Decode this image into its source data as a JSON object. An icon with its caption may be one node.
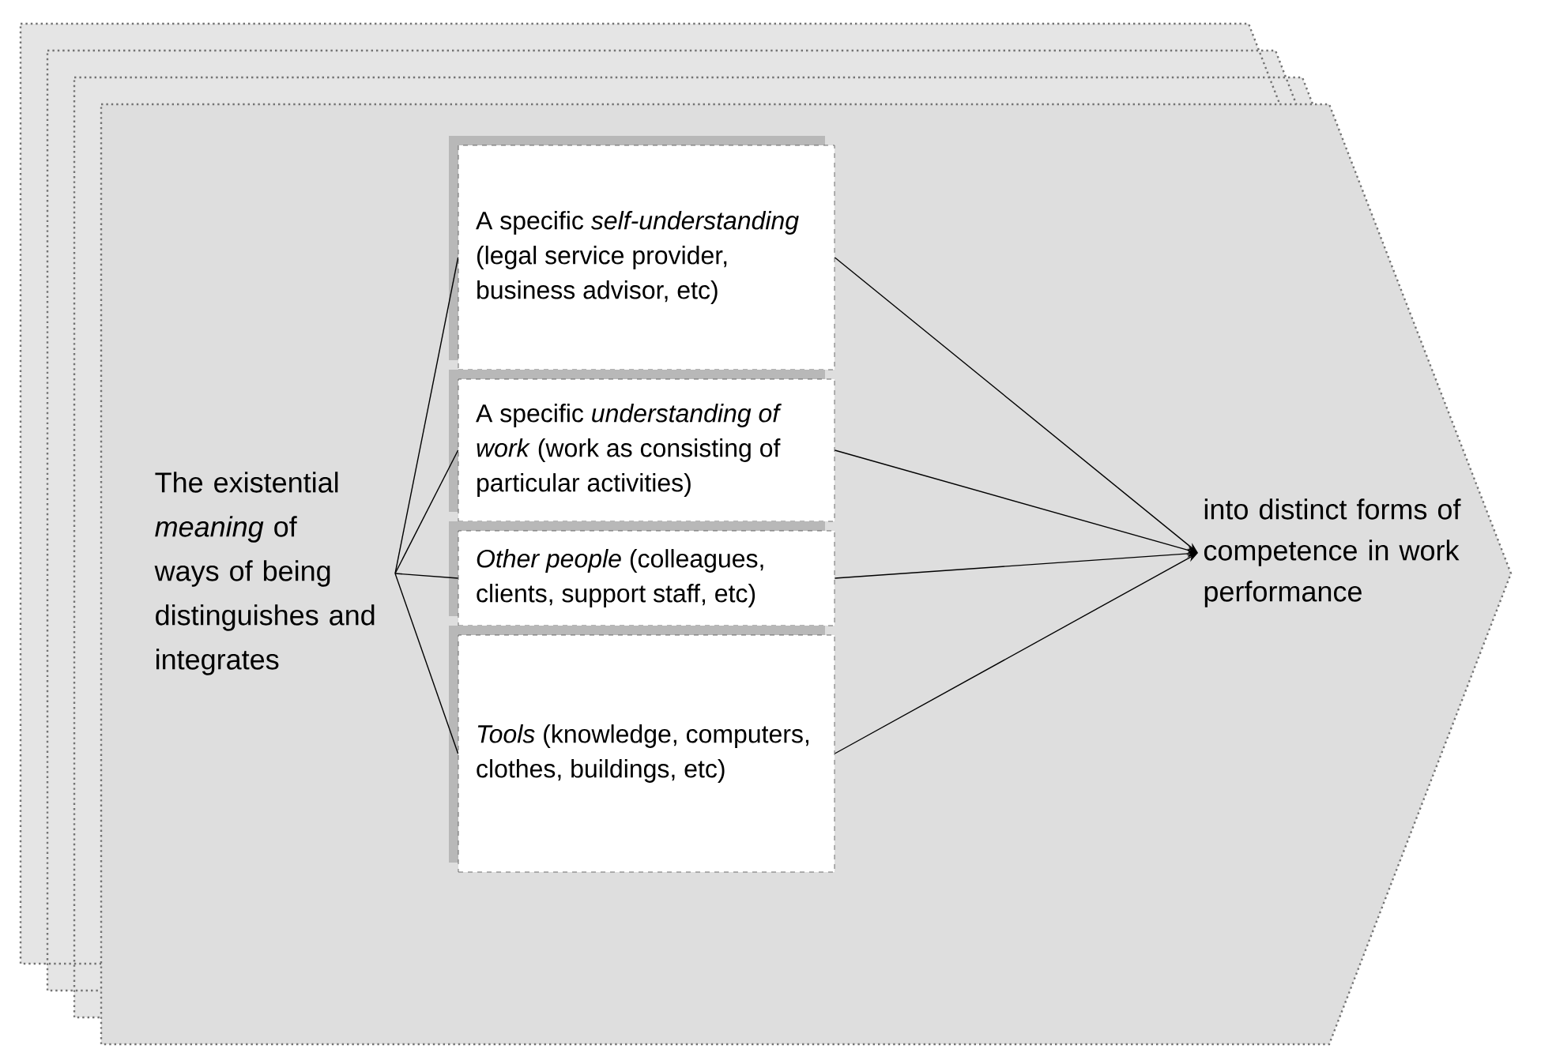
{
  "diagram": {
    "nodes": [
      {
        "text": [],
        "shape": "pentagon"
      },
      {
        "text": [
          "The existential *meaning* of ways of being distinguishes and integrates"
        ],
        "in": 0
      },
      {
        "text": [
          "A specific *self-understanding* (legal service provider, business advisor, etc)"
        ],
        "in": 0
      },
      {
        "text": [
          "A specific *understanding of work* (work as consisting of particular activities)"
        ],
        "in": 0
      },
      {
        "text": [
          "*Other people* (colleagues, clients, support staff, etc)"
        ],
        "in": 0
      },
      {
        "text": [
          "*Tools* (knowledge, computers, clothes, buildings, etc)"
        ],
        "in": 0
      },
      {
        "text": [
          "into distinct forms of competence in work performance"
        ],
        "in": 0
      }
    ],
    "edges": [
      {
        "from": 1,
        "to": 2,
        "arrow": "none"
      },
      {
        "from": 1,
        "to": 3,
        "arrow": "none"
      },
      {
        "from": 1,
        "to": 4,
        "arrow": "none"
      },
      {
        "from": 1,
        "to": 5,
        "arrow": "none"
      },
      {
        "from": 2,
        "to": 6,
        "arrow": "to"
      },
      {
        "from": 3,
        "to": 6,
        "arrow": "to"
      },
      {
        "from": 4,
        "to": 6,
        "arrow": "to"
      },
      {
        "from": 5,
        "to": 6,
        "arrow": "to"
      }
    ]
  }
}
